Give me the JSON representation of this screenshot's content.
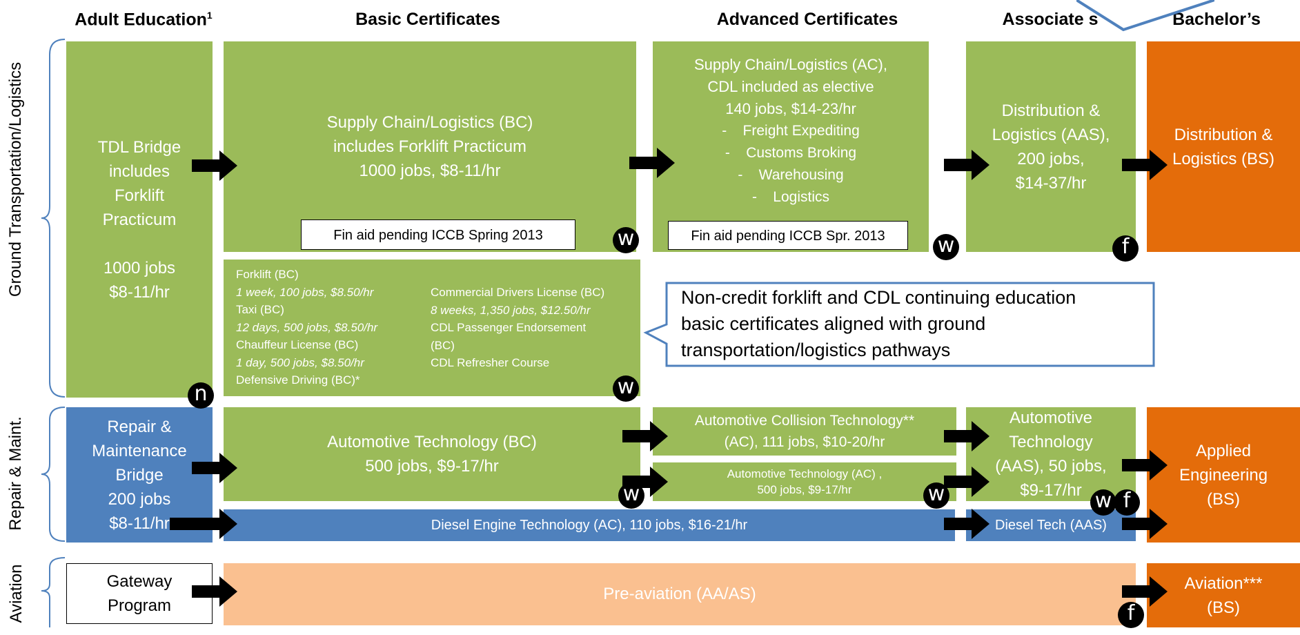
{
  "headers": {
    "adult_ed": "Adult Education",
    "adult_ed_sup": "1",
    "basic": "Basic Certificates",
    "advanced": "Advanced Certificates",
    "associates": "Associate s",
    "bachelors": "Bachelor’s"
  },
  "side_labels": {
    "ground": "Ground Transportation/Logistics",
    "repair": "Repair & Maint.",
    "aviation": "Aviation"
  },
  "ground": {
    "tdl_bridge": [
      "TDL Bridge",
      "includes",
      "Forklift",
      "Practicum",
      "",
      "1000 jobs",
      "$8-11/hr"
    ],
    "supply_bc": [
      "Supply Chain/Logistics (BC)",
      "includes  Forklift Practicum",
      "1000 jobs, $8-11/hr"
    ],
    "supply_bc_finaid": "Fin aid pending ICCB Spring 2013",
    "supply_ac": [
      "Supply Chain/Logistics (AC),",
      "CDL included as elective",
      "140 jobs, $14-23/hr",
      "-    Freight Expediting",
      "-    Customs Broking",
      "-    Warehousing",
      "-    Logistics"
    ],
    "supply_ac_finaid": "Fin aid pending ICCB Spr. 2013",
    "dist_aas": [
      "Distribution &",
      "Logistics (AAS),",
      "200 jobs,",
      "$14-37/hr"
    ],
    "dist_bs": [
      "Distribution &",
      "Logistics (BS)"
    ],
    "noncredit_left": [
      {
        "text": "Forklift (BC)",
        "italic": false
      },
      {
        "text": "1 week, 100 jobs, $8.50/hr",
        "italic": true
      },
      {
        "text": "Taxi (BC)",
        "italic": false
      },
      {
        "text": "12 days, 500 jobs, $8.50/hr",
        "italic": true
      },
      {
        "text": "Chauffeur License (BC)",
        "italic": false
      },
      {
        "text": "1 day, 500 jobs, $8.50/hr",
        "italic": true
      },
      {
        "text": "Defensive Driving (BC)*",
        "italic": false
      }
    ],
    "noncredit_right": [
      {
        "text": "Commercial Drivers License (BC)",
        "italic": false
      },
      {
        "text": "8 weeks, 1,350 jobs, $12.50/hr",
        "italic": true
      },
      {
        "text": "CDL Passenger Endorsement",
        "italic": false
      },
      {
        "text": "(BC)",
        "italic": false
      },
      {
        "text": "CDL Refresher Course",
        "italic": false
      }
    ],
    "callout": [
      "Non-credit forklift and CDL continuing education",
      "basic certificates aligned with ground",
      "transportation/logistics pathways"
    ]
  },
  "repair": {
    "bridge": [
      "Repair &",
      "Maintenance",
      "Bridge",
      "200 jobs",
      "$8-11/hr"
    ],
    "auto_bc": [
      "Automotive Technology (BC)",
      "500 jobs, $9-17/hr"
    ],
    "collision_ac": [
      "Automotive Collision Technology**",
      "(AC), 111 jobs, $10-20/hr"
    ],
    "auto_ac": [
      "Automotive Technology (AC) ,",
      "500 jobs, $9-17/hr"
    ],
    "auto_aas": [
      "Automotive",
      "Technology",
      "(AAS), 50 jobs,",
      "$9-17/hr"
    ],
    "applied_bs": [
      "Applied",
      "Engineering",
      "(BS)"
    ],
    "diesel_ac": "Diesel Engine Technology (AC), 110 jobs, $16-21/hr",
    "diesel_aas": "Diesel Tech (AAS)"
  },
  "aviation": {
    "gateway": [
      "Gateway",
      "Program"
    ],
    "pre_aviation": "Pre-aviation (AA/AS)",
    "aviation_bs": [
      "Aviation***",
      "(BS)"
    ]
  },
  "markers": {
    "n": "n",
    "w": "w",
    "f": "f"
  },
  "colors": {
    "green": "#9bbb59",
    "blue": "#4f81bd",
    "orange": "#e46c0a",
    "peach": "#fac090",
    "callout_border": "#4f81bd"
  }
}
